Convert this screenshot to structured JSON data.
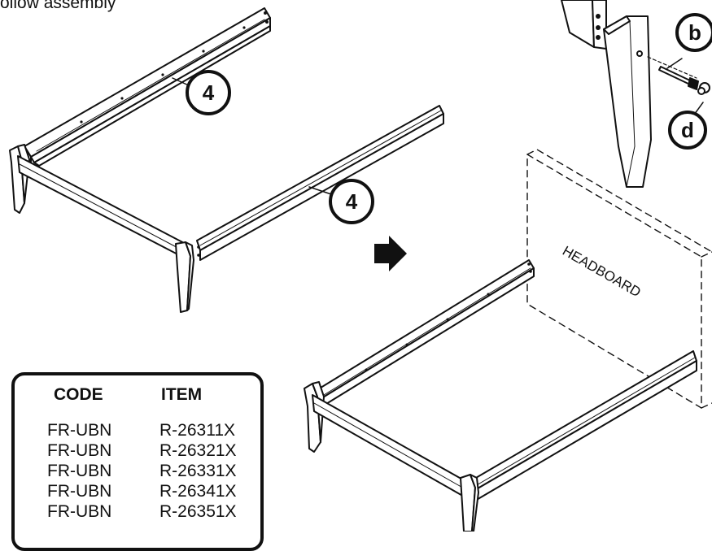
{
  "instruction_text": "ollow assembly",
  "callouts": {
    "side_rail_upper": "4",
    "side_rail_lower": "4",
    "bolt": "b",
    "cap": "d"
  },
  "headboard_label": "HEADBOARD",
  "parts_table": {
    "headers": [
      "CODE",
      "ITEM"
    ],
    "rows": [
      [
        "FR-UBN",
        "R-26311X"
      ],
      [
        "FR-UBN",
        "R-26321X"
      ],
      [
        "FR-UBN",
        "R-26331X"
      ],
      [
        "FR-UBN",
        "R-26341X"
      ],
      [
        "FR-UBN",
        "R-26351X"
      ]
    ]
  },
  "colors": {
    "ink": "#111111",
    "paper": "#ffffff"
  }
}
